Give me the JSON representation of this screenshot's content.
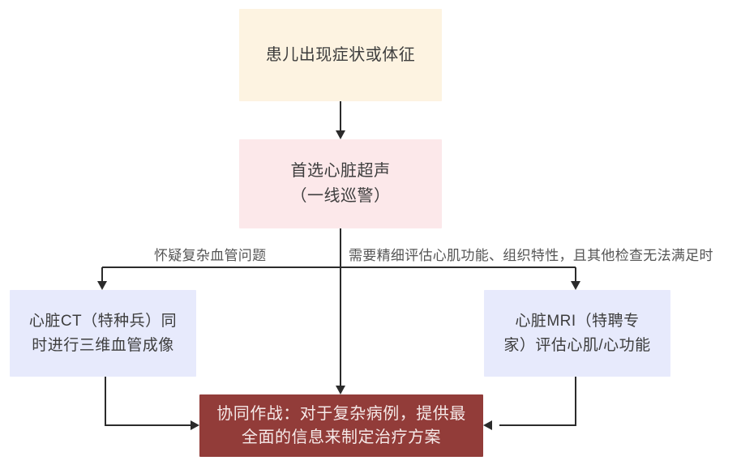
{
  "diagram": {
    "type": "flowchart",
    "nodes": {
      "symptoms": {
        "label": "患儿出现症状或体征",
        "bg": "#fdf3e1"
      },
      "ultrasound": {
        "label": "首选心脏超声\n（一线巡警）",
        "bg": "#fce8ea"
      },
      "ct": {
        "label": "心脏CT（特种兵）同\n时进行三维血管成像",
        "bg": "#e7eafc"
      },
      "mri": {
        "label": "心脏MRI（特聘专\n家）评估心肌/心功能",
        "bg": "#e7eafc"
      },
      "joint": {
        "label": "协同作战：对于复杂病例，提供最\n全面的信息来制定治疗方案",
        "bg": "#923c39",
        "text_color": "#f5e9e8"
      }
    },
    "edges": {
      "ultrasound_to_ct": {
        "label": "怀疑复杂血管问题"
      },
      "ultrasound_to_mri": {
        "label": "需要精细评估心肌功能、组织特性，且其他检查无法满足时"
      },
      "symptoms_to_ultrasound": {
        "label": ""
      },
      "ultrasound_to_joint": {
        "label": ""
      },
      "ct_to_joint": {
        "label": ""
      },
      "mri_to_joint": {
        "label": ""
      }
    },
    "colors": {
      "background": "#ffffff",
      "line": "#2b2b2b",
      "node_text": "#3d3d3d",
      "edge_label_text": "#555555",
      "joint_node_bg": "#923c39",
      "joint_node_text": "#f5e9e8",
      "symptoms_bg": "#fdf3e1",
      "ultrasound_bg": "#fce8ea",
      "imaging_bg": "#e7eafc"
    }
  }
}
